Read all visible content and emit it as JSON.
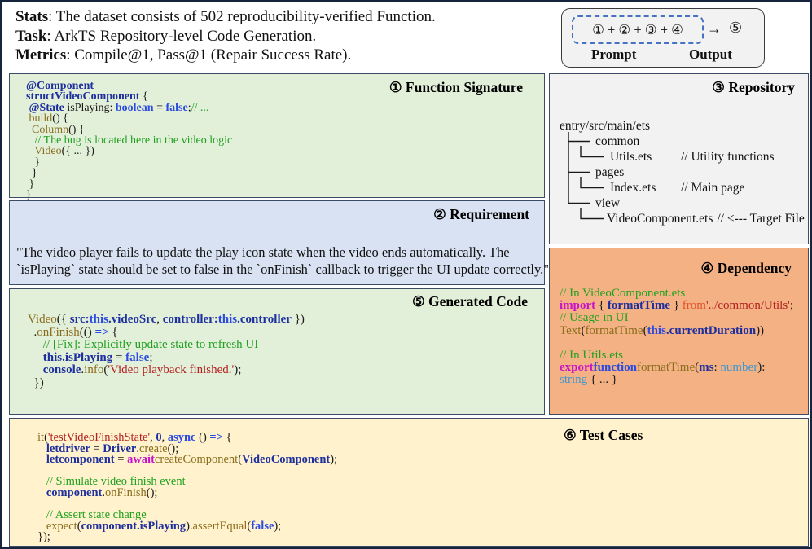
{
  "colors": {
    "outer_border": "#16243c",
    "panel_border": "#3d4c66",
    "panel_green": "#e2efd9",
    "panel_blue": "#d9e2f3",
    "panel_gray": "#f2f2f2",
    "panel_orange": "#f4b183",
    "panel_yellow": "#fff2cc",
    "dashed_border_blue": "#4472c4",
    "code_navy": "#1e2f9e",
    "code_blue": "#2b4be0",
    "code_lightblue": "#3f97d0",
    "code_olive": "#8a6d1d",
    "code_string_red": "#b22222",
    "code_comment_green": "#1fa11f",
    "code_magenta": "#c913c9",
    "code_orange_red": "#e2512b"
  },
  "header": {
    "stats_label": "Stats",
    "stats_text": ": The dataset consists of 502 reproducibility-verified Function.",
    "task_label": "Task",
    "task_text": ": ArkTS Repository-level Code Generation.",
    "metrics_label": "Metrics",
    "metrics_text": ": Compile@1, Pass@1 (Repair Success Rate)."
  },
  "formula": {
    "equation": "① + ② + ③ + ④",
    "arrow": "→",
    "output_symbol": "⑤",
    "prompt_label": "Prompt",
    "output_label": "Output"
  },
  "boxes": {
    "function_signature": {
      "title": "① Function Signature",
      "code": [
        [
          [
            "kw",
            "@Component"
          ]
        ],
        [
          [
            "kw",
            "structVideoComponent"
          ],
          [
            "plain",
            " {"
          ]
        ],
        [
          [
            "plain",
            " "
          ],
          [
            "kw",
            "@State"
          ],
          [
            "plain",
            " isPlaying: "
          ],
          [
            "blue",
            "boolean"
          ],
          [
            "plain",
            " = "
          ],
          [
            "blue",
            "false"
          ],
          [
            "plain",
            ";"
          ],
          [
            "cmt",
            "// ..."
          ]
        ],
        [
          [
            "plain",
            " "
          ],
          [
            "fn",
            "build"
          ],
          [
            "plain",
            "() {"
          ]
        ],
        [
          [
            "plain",
            "  "
          ],
          [
            "fn",
            "Column"
          ],
          [
            "plain",
            "() {"
          ]
        ],
        [
          [
            "plain",
            "   "
          ],
          [
            "cmt",
            "// The bug is located here in the video logic"
          ]
        ],
        [
          [
            "plain",
            "   "
          ],
          [
            "fn",
            "Video"
          ],
          [
            "plain",
            "({ ... })"
          ]
        ],
        [
          [
            "plain",
            "   }"
          ]
        ],
        [
          [
            "plain",
            "  }"
          ]
        ],
        [
          [
            "plain",
            " }"
          ]
        ],
        [
          [
            "plain",
            "}"
          ]
        ]
      ]
    },
    "requirement": {
      "title": "② Requirement",
      "lines": [
        "\"The video player fails to update the play icon state when the video ends automatically. The",
        "`isPlaying` state should be set to false in the `onFinish` callback to trigger the UI update correctly.\""
      ]
    },
    "repository": {
      "title": "③ Repository",
      "root": "entry/src/main/ets",
      "entries": [
        {
          "folder": "common",
          "file": "Utils.ets",
          "comment": "// Utility functions"
        },
        {
          "folder": "pages",
          "file": "Index.ets",
          "comment": "// Main page"
        },
        {
          "folder": "view",
          "file": "VideoComponent.ets",
          "comment": "// <--- Target File"
        }
      ]
    },
    "dependency": {
      "title": "④ Dependency",
      "code": [
        [
          [
            "cmt",
            "// In VideoComponent.ets"
          ]
        ],
        [
          [
            "imp",
            "import"
          ],
          [
            "plain",
            " { "
          ],
          [
            "kw",
            "formatTime"
          ],
          [
            "plain",
            " } "
          ],
          [
            "from",
            "from"
          ],
          [
            "str",
            "'../common/Utils'"
          ],
          [
            "plain",
            ";"
          ]
        ],
        [
          [
            "cmt",
            "// Usage in UI"
          ]
        ],
        [
          [
            "fn",
            "Text"
          ],
          [
            "plain",
            "("
          ],
          [
            "fn",
            "formatTime"
          ],
          [
            "plain",
            "("
          ],
          [
            "blue",
            "this"
          ],
          [
            "kw",
            ".currentDuration"
          ],
          [
            "plain",
            "))"
          ]
        ],
        [],
        [
          [
            "cmt",
            "// In Utils.ets"
          ]
        ],
        [
          [
            "imp",
            "export"
          ],
          [
            "blue",
            "function"
          ],
          [
            "fn",
            "formatTime"
          ],
          [
            "plain",
            "("
          ],
          [
            "kw",
            "ms"
          ],
          [
            "plain",
            ": "
          ],
          [
            "type",
            "number"
          ],
          [
            "plain",
            "):"
          ]
        ],
        [
          [
            "type",
            "string"
          ],
          [
            "plain",
            " { ... }"
          ]
        ]
      ]
    },
    "generated_code": {
      "title": "⑤ Generated Code",
      "code": [
        [
          [
            "fn",
            "Video"
          ],
          [
            "plain",
            "({ "
          ],
          [
            "kw",
            "src:"
          ],
          [
            "blue",
            "this"
          ],
          [
            "kw",
            ".videoSrc"
          ],
          [
            "plain",
            ", "
          ],
          [
            "kw",
            "controller:"
          ],
          [
            "blue",
            "this"
          ],
          [
            "kw",
            ".controller"
          ],
          [
            "plain",
            " })"
          ]
        ],
        [
          [
            "plain",
            "  ."
          ],
          [
            "fn",
            "onFinish"
          ],
          [
            "plain",
            "(() "
          ],
          [
            "blue",
            "=>"
          ],
          [
            "plain",
            " {"
          ]
        ],
        [
          [
            "plain",
            "     "
          ],
          [
            "cmt",
            "// [Fix]: Explicitly update state to refresh UI"
          ]
        ],
        [
          [
            "plain",
            "     "
          ],
          [
            "kw",
            "this.isPlaying"
          ],
          [
            "plain",
            " = "
          ],
          [
            "blue",
            "false"
          ],
          [
            "plain",
            ";"
          ]
        ],
        [
          [
            "plain",
            "     "
          ],
          [
            "kw",
            "console"
          ],
          [
            "plain",
            "."
          ],
          [
            "fn",
            "info"
          ],
          [
            "plain",
            "("
          ],
          [
            "str",
            "'Video playback finished.'"
          ],
          [
            "plain",
            ");"
          ]
        ],
        [
          [
            "plain",
            "  })"
          ]
        ]
      ]
    },
    "test_cases": {
      "title": "⑥ Test Cases",
      "code": [
        [
          [
            "fn",
            "it"
          ],
          [
            "plain",
            "("
          ],
          [
            "str",
            "'testVideoFinishState'"
          ],
          [
            "plain",
            ", "
          ],
          [
            "kw",
            "0"
          ],
          [
            "plain",
            ", "
          ],
          [
            "blue",
            "async"
          ],
          [
            "plain",
            " () "
          ],
          [
            "blue",
            "=>"
          ],
          [
            "plain",
            " {"
          ]
        ],
        [
          [
            "plain",
            "   "
          ],
          [
            "kw",
            "letdriver"
          ],
          [
            "plain",
            " = "
          ],
          [
            "kw",
            "Driver"
          ],
          [
            "plain",
            "."
          ],
          [
            "fn",
            "create"
          ],
          [
            "plain",
            "();"
          ]
        ],
        [
          [
            "plain",
            "   "
          ],
          [
            "kw",
            "letcomponent"
          ],
          [
            "plain",
            " = "
          ],
          [
            "imp",
            "await"
          ],
          [
            "fn",
            "createComponent"
          ],
          [
            "plain",
            "("
          ],
          [
            "kw",
            "VideoComponent"
          ],
          [
            "plain",
            ");"
          ]
        ],
        [],
        [
          [
            "plain",
            "   "
          ],
          [
            "cmt",
            "// Simulate video finish event"
          ]
        ],
        [
          [
            "plain",
            "   "
          ],
          [
            "kw",
            "component"
          ],
          [
            "plain",
            "."
          ],
          [
            "fn",
            "onFinish"
          ],
          [
            "plain",
            "();"
          ]
        ],
        [],
        [
          [
            "plain",
            "   "
          ],
          [
            "cmt",
            "// Assert state change"
          ]
        ],
        [
          [
            "plain",
            "   "
          ],
          [
            "fn",
            "expect"
          ],
          [
            "plain",
            "("
          ],
          [
            "kw",
            "component.isPlaying"
          ],
          [
            "plain",
            ")."
          ],
          [
            "fn",
            "assertEqual"
          ],
          [
            "plain",
            "("
          ],
          [
            "blue",
            "false"
          ],
          [
            "plain",
            ");"
          ]
        ],
        [
          [
            "plain",
            "});"
          ]
        ]
      ]
    }
  }
}
